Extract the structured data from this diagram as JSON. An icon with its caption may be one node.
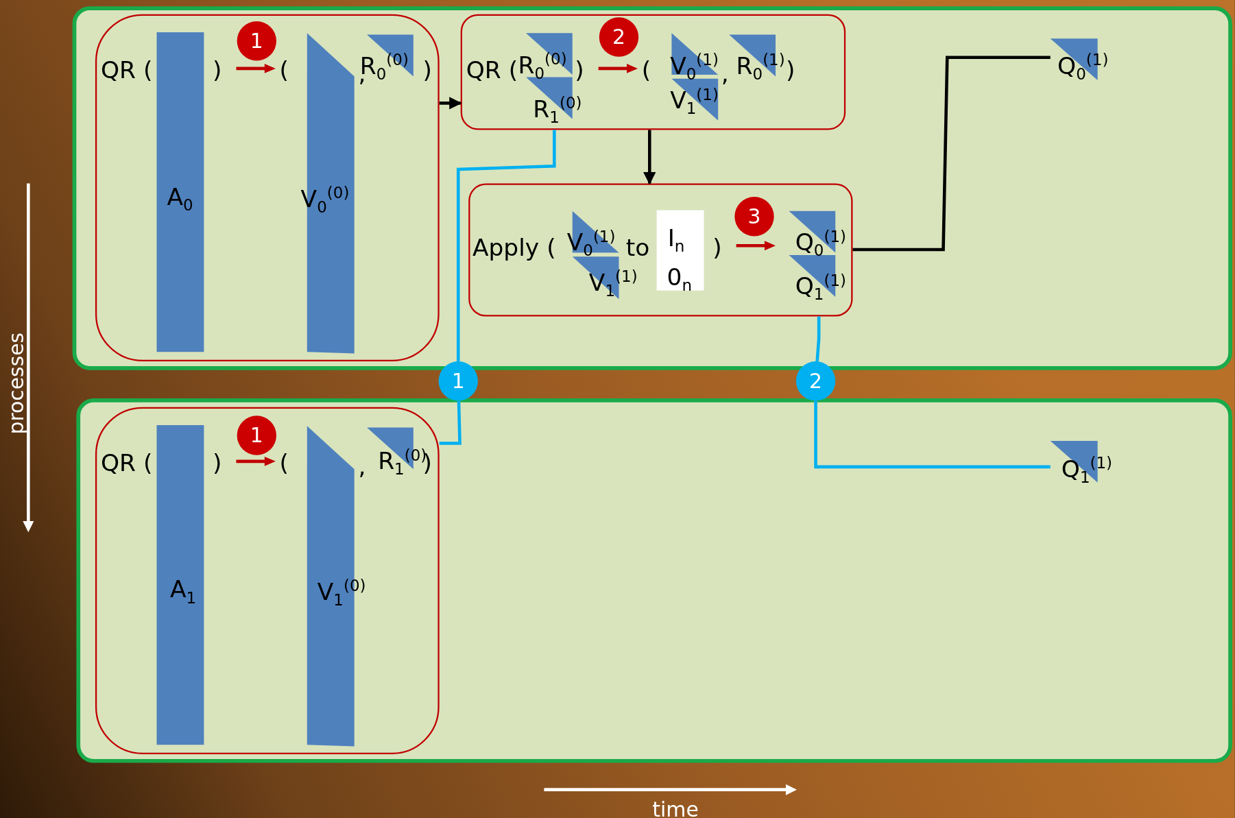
{
  "diagram": {
    "nodes": [
      {
        "text": [],
        "shape": "box"
      },
      {
        "text": [
          "QR (",
          "A$_{0}$",
          ")",
          "(",
          "V$_{0}$$^{(0)}$",
          ",",
          "R$_{0}$$^{(0)}$",
          ")"
        ],
        "in": 0
      },
      {
        "text": [
          "1"
        ],
        "in": 1
      },
      {
        "text": [
          "QR (",
          "R$_{0}$$^{(0)}$",
          "R$_{1}$$^{(0)}$",
          ")",
          "(",
          "V$_{0}$$^{(1)}$",
          "V$_{1}$$^{(1)}$",
          ",",
          "R$_{0}$$^{(1)}$",
          ")"
        ],
        "in": 0
      },
      {
        "text": [
          "2"
        ],
        "in": 3
      },
      {
        "text": [
          "Apply (",
          "V$_{0}$$^{(1)}$",
          "V$_{1}$$^{(1)}$",
          "to",
          "I$_{n}$",
          "0$_{n}$",
          ")",
          "Q$_{0}$$^{(1)}$",
          "Q$_{1}$$^{(1)}$"
        ],
        "in": 0
      },
      {
        "text": [
          "3"
        ],
        "in": 5
      },
      {
        "text": [
          "Q$_{0}$$^{(1)}$"
        ],
        "in": 0
      },
      {
        "text": [],
        "shape": "box"
      },
      {
        "text": [
          "QR (",
          "A$_{1}$",
          ")",
          "(",
          "V$_{1}$$^{(0)}$",
          ",",
          "R$_{1}$$^{(0)}$",
          ")"
        ],
        "in": 8
      },
      {
        "text": [
          "1"
        ],
        "in": 9
      },
      {
        "text": [
          "Q$_{1}$$^{(1)}$"
        ],
        "in": 8
      },
      {
        "text": [
          "1"
        ]
      },
      {
        "text": [
          "2"
        ]
      }
    ],
    "edges": [
      {
        "from": 1,
        "to": 3,
        "arrow": "to",
        "color": "#000000"
      },
      {
        "from": 3,
        "to": 5,
        "arrow": "to",
        "color": "#000000"
      },
      {
        "from": 5,
        "to": 7,
        "arrow": "none",
        "color": "#000000"
      },
      {
        "from": 3,
        "to": 12,
        "arrow": "none"
      },
      {
        "from": 12,
        "to": 9,
        "arrow": "none"
      },
      {
        "from": 5,
        "to": 13,
        "arrow": "none"
      },
      {
        "from": 13,
        "to": 11,
        "arrow": "none"
      }
    ],
    "labels": [
      "processes",
      "time"
    ]
  }
}
